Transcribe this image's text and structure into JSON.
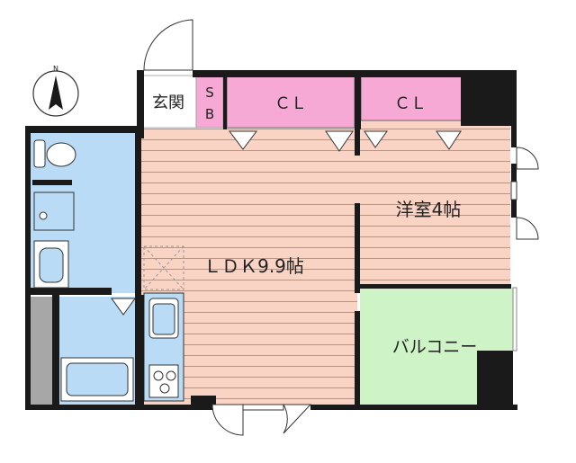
{
  "compass": {
    "north": "N"
  },
  "rooms": {
    "genkan": "玄関",
    "sb_top": "S",
    "sb_bottom": "B",
    "closet_left": "ＣＬ",
    "closet_right": "ＣＬ",
    "western_room": "洋室4帖",
    "ldk": "ＬＤＫ9.9帖",
    "balcony": "バルコニー"
  },
  "colors": {
    "wall": "#1a1a1a",
    "floor_wood": "#f9d3c4",
    "floor_lines": "#c98e7a",
    "closet": "#f6a9d4",
    "wet_area": "#b9dbf5",
    "balcony": "#cdf3c6",
    "gray_store": "#a7a7a7"
  }
}
